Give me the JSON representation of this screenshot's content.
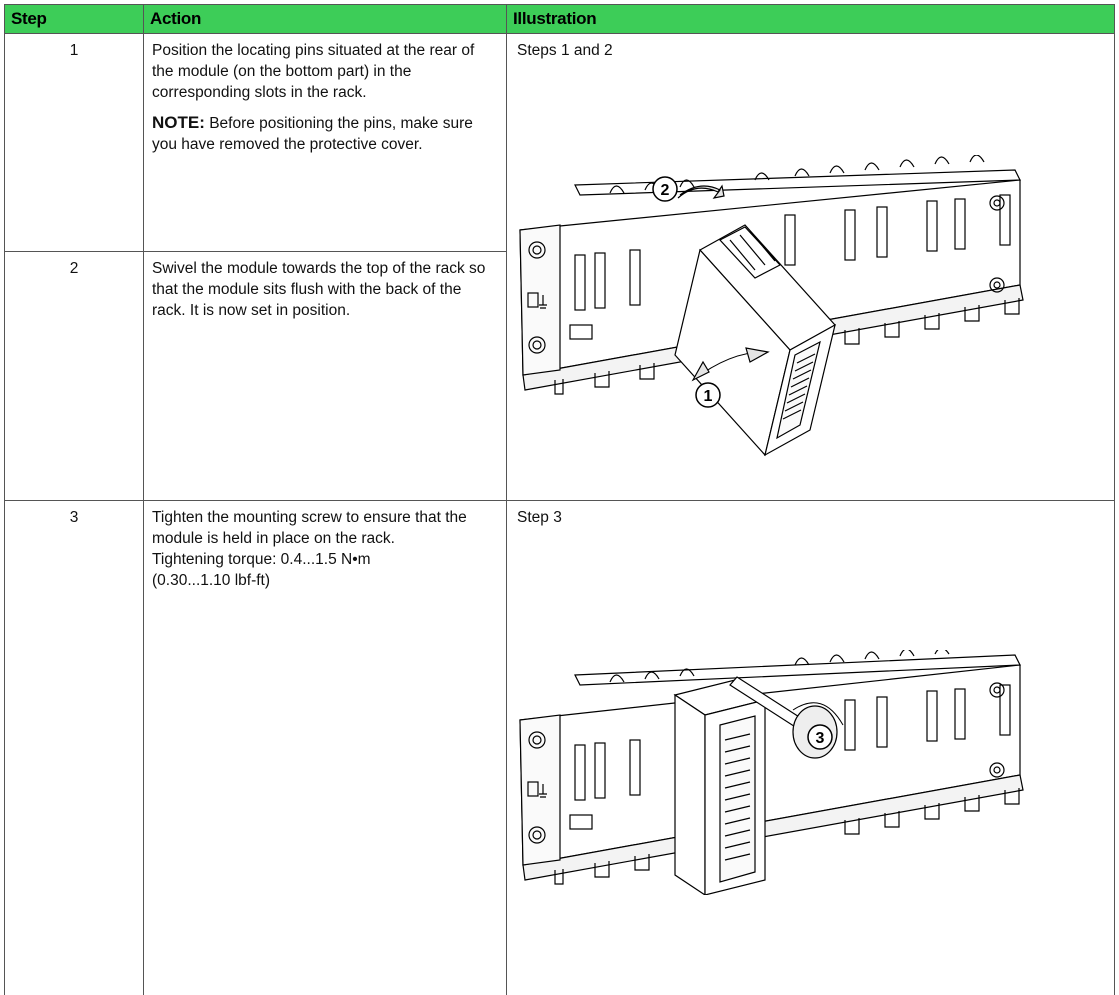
{
  "table": {
    "headers": {
      "step": "Step",
      "action": "Action",
      "illustration": "Illustration"
    },
    "rows": [
      {
        "step": "1",
        "action_p1": "Position the locating pins situated at the rear of the module (on the bottom part) in the corresponding slots in the rack.",
        "note_label": "NOTE:",
        "note_text": " Before positioning the pins, make sure you have removed the protective cover.",
        "illustration_caption": "Steps 1 and 2"
      },
      {
        "step": "2",
        "action_p1": "Swivel the module towards the top of the rack so that the module sits flush with the back of the rack. It is now set in position."
      },
      {
        "step": "3",
        "action_p1": "Tighten the mounting screw to ensure that the module is held in place on the rack.",
        "action_p2": "Tightening torque: 0.4...1.5 N•m",
        "action_p3": "(0.30...1.10 lbf-ft)",
        "illustration_caption": "Step 3"
      }
    ]
  },
  "callouts": {
    "first": "1",
    "second": "2",
    "third": "3"
  }
}
